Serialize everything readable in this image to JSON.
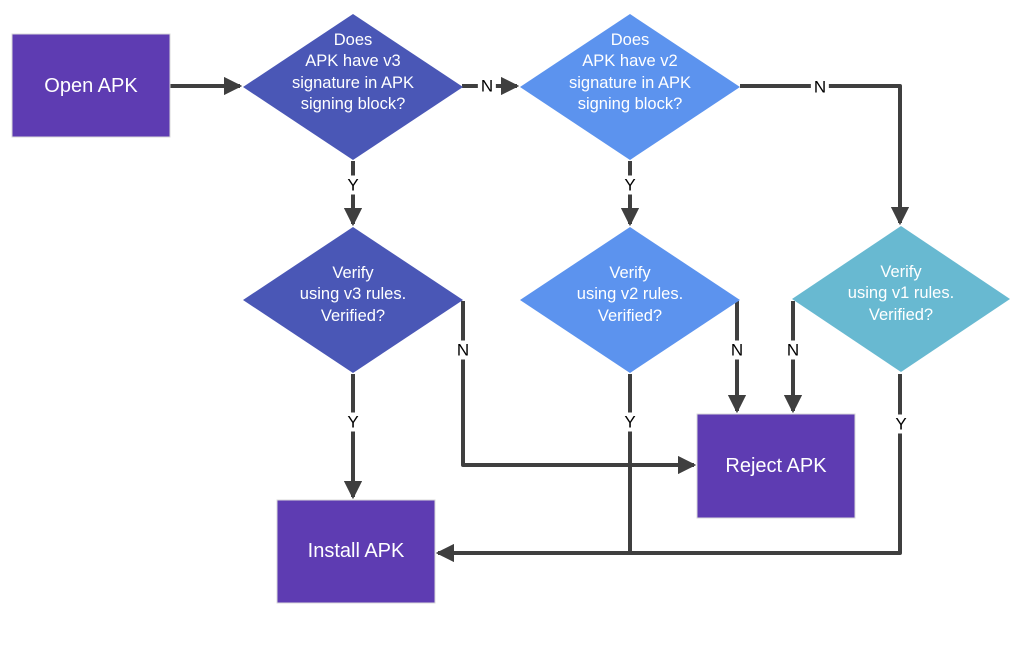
{
  "diagram": {
    "kind": "flowchart",
    "topic": "APK signature verification"
  },
  "colors": {
    "purple": "#5E3CB2",
    "indigo": "#4A57B6",
    "blue": "#5C93EE",
    "teal": "#68B9D1",
    "arrow": "#3F3F3F",
    "label_text": "#000000",
    "node_text": "#FFFFFF"
  },
  "nodes": {
    "open_apk": {
      "label": "Open APK"
    },
    "v3_check": {
      "label": "Does\nAPK have v3\nsignature in APK\nsigning block?"
    },
    "v2_check": {
      "label": "Does\nAPK have v2\nsignature in APK\nsigning block?"
    },
    "v3_verify": {
      "label": "Verify\nusing v3 rules.\nVerified?"
    },
    "v2_verify": {
      "label": "Verify\nusing v2 rules.\nVerified?"
    },
    "v1_verify": {
      "label": "Verify\nusing v1 rules.\nVerified?"
    },
    "reject_apk": {
      "label": "Reject APK"
    },
    "install_apk": {
      "label": "Install APK"
    }
  },
  "edge_labels": {
    "yes": "Y",
    "no": "N"
  }
}
